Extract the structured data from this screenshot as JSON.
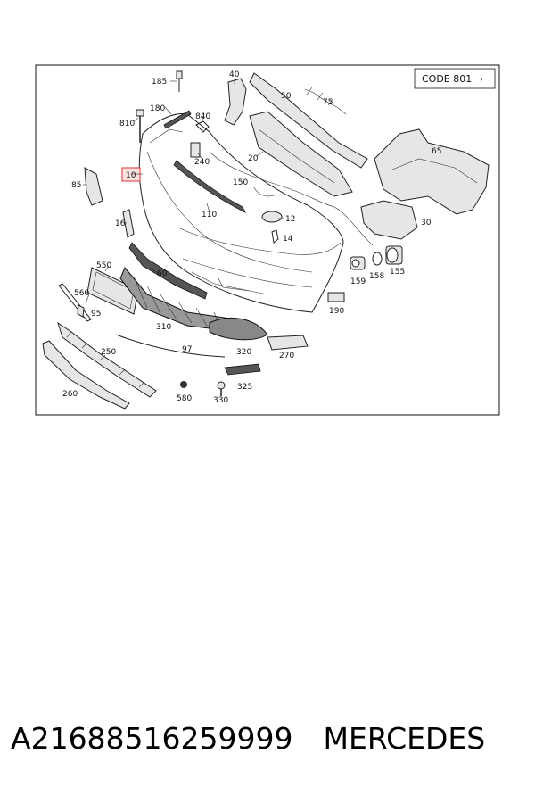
{
  "diagram": {
    "code_label": "CODE 801",
    "code_arrow": "→",
    "highlighted_part": "10",
    "parts": [
      "185",
      "40",
      "50",
      "75",
      "180",
      "840",
      "810",
      "10",
      "85",
      "240",
      "20",
      "65",
      "150",
      "110",
      "12",
      "30",
      "14",
      "16",
      "550",
      "60",
      "159",
      "158",
      "155",
      "560",
      "95",
      "190",
      "310",
      "97",
      "320",
      "270",
      "250",
      "325",
      "260",
      "580",
      "330"
    ]
  },
  "caption": {
    "part_number": "A21688516259999",
    "brand": "MERCEDES"
  }
}
